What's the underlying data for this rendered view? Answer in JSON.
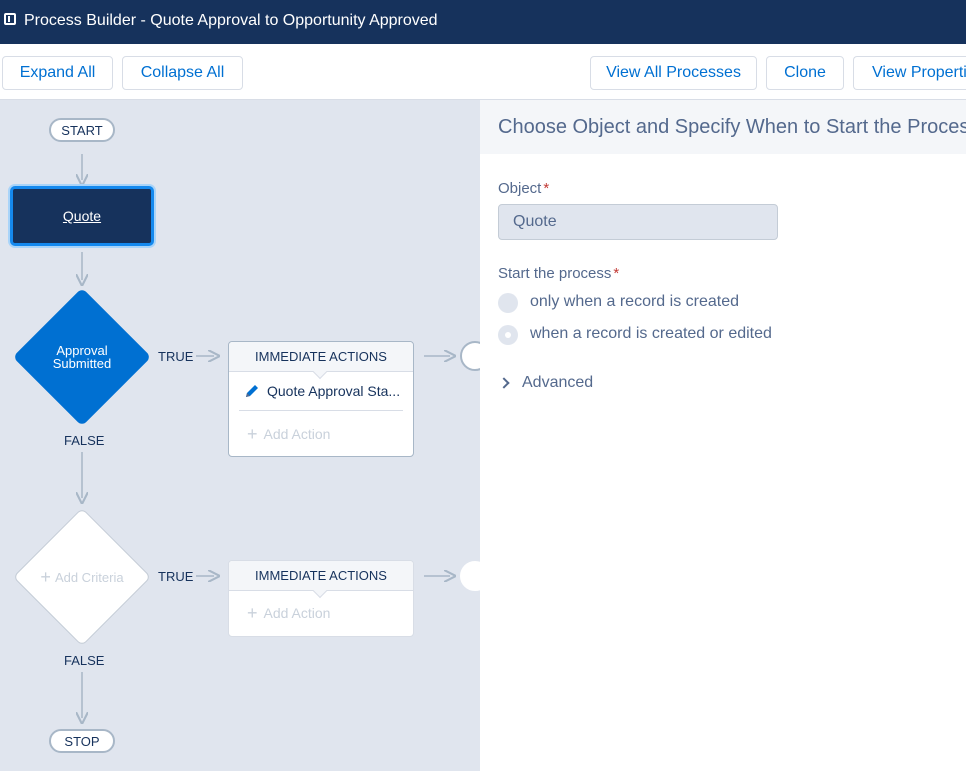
{
  "window": {
    "title": "Process Builder - Quote Approval to Opportunity Approved",
    "logo_icon": "process-builder-icon"
  },
  "toolbar": {
    "expand_all": "Expand All",
    "collapse_all": "Collapse All",
    "view_all_processes": "View All Processes",
    "clone": "Clone",
    "view_properties": "View Properties"
  },
  "canvas": {
    "start": "START",
    "stop": "STOP",
    "object_node": "Quote",
    "criteria": [
      {
        "label": "Approval Submitted",
        "true_label": "TRUE",
        "false_label": "FALSE",
        "actions_header": "IMMEDIATE ACTIONS",
        "action_item": "Quote Approval Sta...",
        "add_action": "Add Action"
      },
      {
        "label": "Add Criteria",
        "true_label": "TRUE",
        "false_label": "FALSE",
        "actions_header": "IMMEDIATE ACTIONS",
        "add_action": "Add Action"
      }
    ],
    "colors": {
      "canvas_bg": "#e0e5ee",
      "node_dark": "#16325c",
      "criteria_blue": "#0070d2",
      "selection": "#1589ee"
    }
  },
  "panel": {
    "heading": "Choose Object and Specify When to Start the Process",
    "object_label": "Object",
    "required_mark": "*",
    "object_value": "Quote",
    "start_label": "Start the process",
    "options": [
      {
        "label": "only when a record is created",
        "selected": false
      },
      {
        "label": "when a record is created or edited",
        "selected": true
      }
    ],
    "advanced": "Advanced"
  }
}
